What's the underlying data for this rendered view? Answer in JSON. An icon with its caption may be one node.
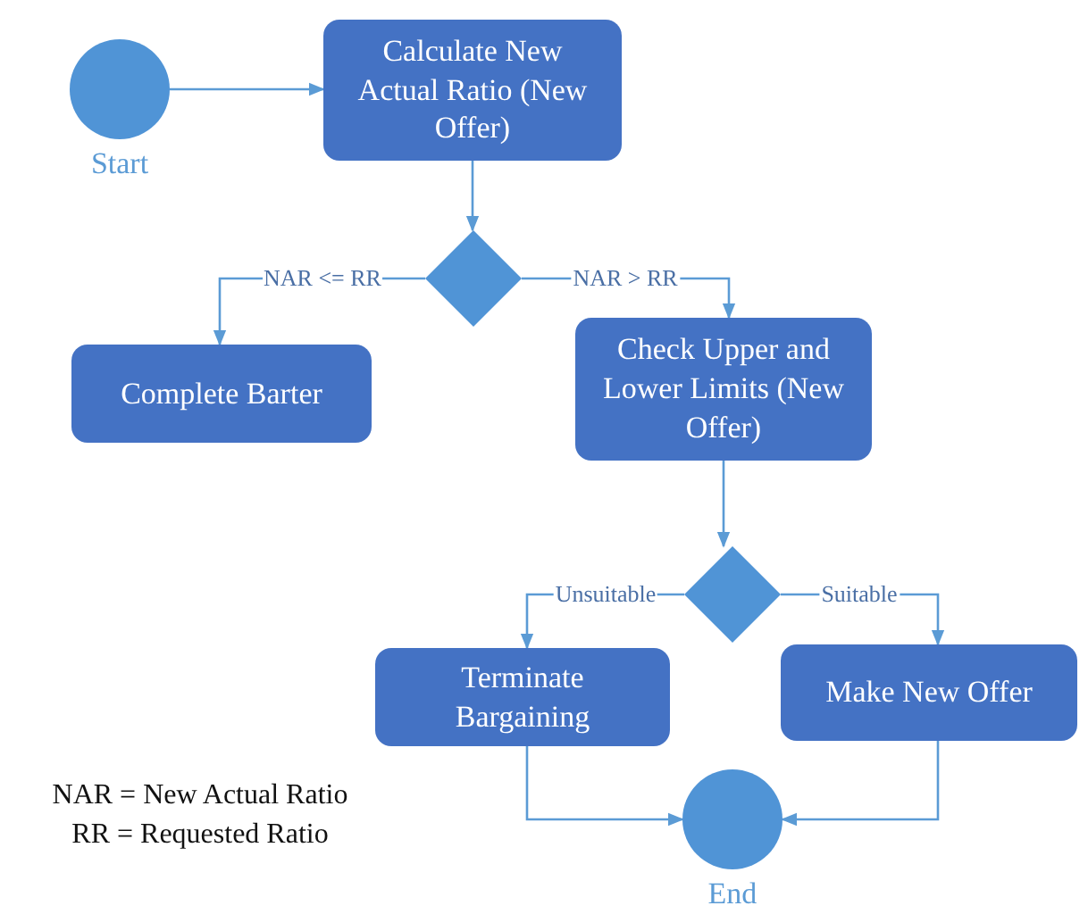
{
  "diagram": {
    "nodes": [
      {
        "text": [],
        "shape": "circle",
        "beside": [
          "Start"
        ]
      },
      {
        "text": [
          "Calculate New Actual Ratio (New Offer)"
        ]
      },
      {
        "text": [],
        "shape": "diamond"
      },
      {
        "text": [
          "Complete Barter"
        ]
      },
      {
        "text": [
          "Check Upper and Lower Limits (New Offer)"
        ]
      },
      {
        "text": [],
        "shape": "diamond"
      },
      {
        "text": [
          "Terminate Bargaining"
        ]
      },
      {
        "text": [
          "Make New Offer"
        ]
      },
      {
        "text": [],
        "shape": "circle",
        "beside": [
          "End"
        ]
      }
    ],
    "edges": [
      {
        "from": 0,
        "to": 1,
        "arrow": "to"
      },
      {
        "from": 1,
        "to": 2,
        "arrow": "to"
      },
      {
        "from": 2,
        "to": 3,
        "arrow": "to",
        "label": "NAR <= RR"
      },
      {
        "from": 2,
        "to": 4,
        "arrow": "to",
        "label": "NAR > RR"
      },
      {
        "from": 4,
        "to": 5,
        "arrow": "to"
      },
      {
        "from": 5,
        "to": 6,
        "arrow": "to",
        "label": "Unsuitable"
      },
      {
        "from": 5,
        "to": 7,
        "arrow": "to",
        "label": "Suitable"
      },
      {
        "from": 6,
        "to": 8,
        "arrow": "to"
      },
      {
        "from": 7,
        "to": 8,
        "arrow": "to"
      }
    ],
    "labels": [
      "NAR = New Actual Ratio",
      "RR = Requested Ratio"
    ]
  }
}
